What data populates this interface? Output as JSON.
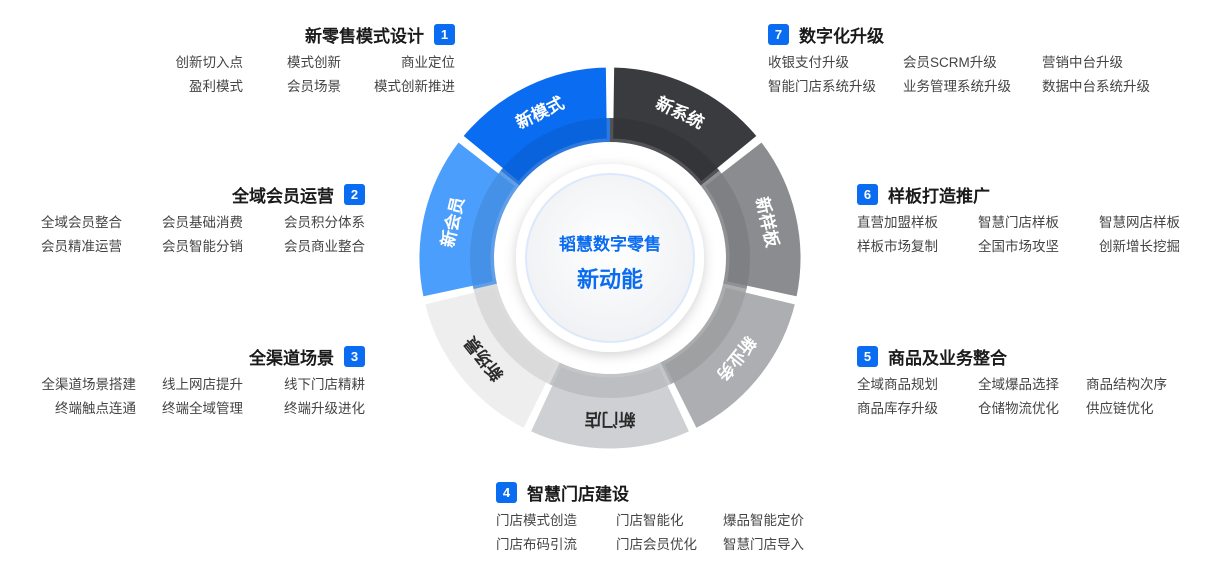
{
  "center": {
    "line1": "韬慧数字零售",
    "line2": "新动能"
  },
  "segments": [
    {
      "label": "新模式",
      "color": "#0a6cf0"
    },
    {
      "label": "新系统",
      "color": "#3a3b3e"
    },
    {
      "label": "新样板",
      "color": "#8b8c8f"
    },
    {
      "label": "新业务",
      "color": "#adaeb1"
    },
    {
      "label": "新门店",
      "color": "#cfd0d3"
    },
    {
      "label": "新场景",
      "color": "#eeeeef"
    },
    {
      "label": "新会员",
      "color": "#4c9efc"
    }
  ],
  "sections": [
    {
      "num": "1",
      "title": "新零售模式设计",
      "items": [
        "创新切入点",
        "模式创新",
        "商业定位",
        "盈利模式",
        "会员场景",
        "模式创新推进"
      ]
    },
    {
      "num": "2",
      "title": "全域会员运营",
      "items": [
        "全域会员整合",
        "会员基础消费",
        "会员积分体系",
        "会员精准运营",
        "会员智能分销",
        "会员商业整合"
      ]
    },
    {
      "num": "3",
      "title": "全渠道场景",
      "items": [
        "全渠道场景搭建",
        "线上网店提升",
        "线下门店精耕",
        "终端触点连通",
        "终端全域管理",
        "终端升级进化"
      ]
    },
    {
      "num": "4",
      "title": "智慧门店建设",
      "items": [
        "门店模式创造",
        "门店智能化",
        "爆品智能定价",
        "门店布码引流",
        "门店会员优化",
        "智慧门店导入"
      ]
    },
    {
      "num": "5",
      "title": "商品及业务整合",
      "items": [
        "全域商品规划",
        "全域爆品选择",
        "商品结构次序",
        "商品库存升级",
        "仓储物流优化",
        "供应链优化"
      ]
    },
    {
      "num": "6",
      "title": "样板打造推广",
      "items": [
        "直营加盟样板",
        "智慧门店样板",
        "智慧网店样板",
        "样板市场复制",
        "全国市场攻坚",
        "创新增长挖掘"
      ]
    },
    {
      "num": "7",
      "title": "数字化升级",
      "items": [
        "收银支付升级",
        "会员SCRM升级",
        "营销中台升级",
        "智能门店系统升级",
        "业务管理系统升级",
        "数据中台系统升级"
      ]
    }
  ]
}
